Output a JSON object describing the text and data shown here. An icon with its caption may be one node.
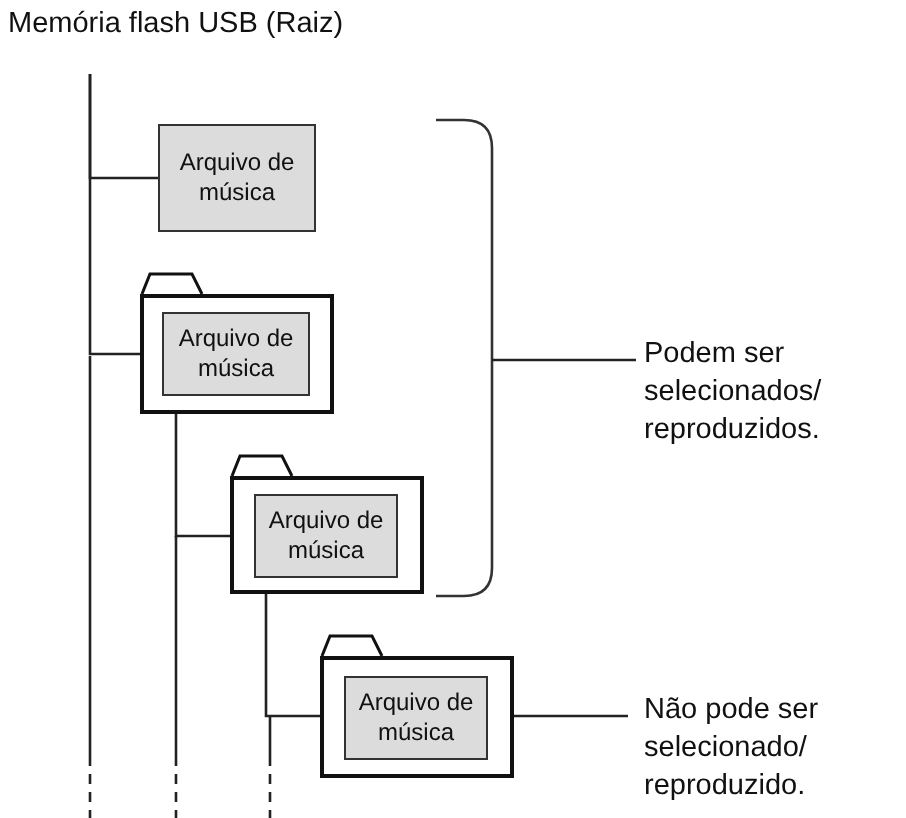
{
  "diagram": {
    "nodes": [
      {
        "text": [
          "Memória flash USB (Raiz)"
        ]
      },
      {
        "text": [
          "Arquivo de música"
        ]
      },
      {
        "text": [],
        "shape": "folder"
      },
      {
        "text": [
          "Arquivo de música"
        ],
        "in": 2
      },
      {
        "text": [],
        "shape": "folder"
      },
      {
        "text": [
          "Arquivo de música"
        ],
        "in": 4
      },
      {
        "text": [],
        "shape": "folder"
      },
      {
        "text": [
          "Arquivo de música"
        ],
        "in": 6
      },
      {
        "text": [],
        "shape": "bracket"
      },
      {
        "text": [
          "Podem ser selecionados/ reproduzidos."
        ]
      },
      {
        "text": [
          "Não pode ser selecionado/ reproduzido."
        ]
      }
    ],
    "edges": [
      {
        "from": 0,
        "to": 1,
        "arrow": "none"
      },
      {
        "from": 0,
        "to": 2,
        "arrow": "none"
      },
      {
        "from": 2,
        "to": 4,
        "arrow": "none"
      },
      {
        "from": 4,
        "to": 6,
        "arrow": "none"
      },
      {
        "from": 9,
        "to": 8,
        "arrow": "none"
      },
      {
        "from": 10,
        "to": 6,
        "arrow": "none"
      }
    ]
  }
}
